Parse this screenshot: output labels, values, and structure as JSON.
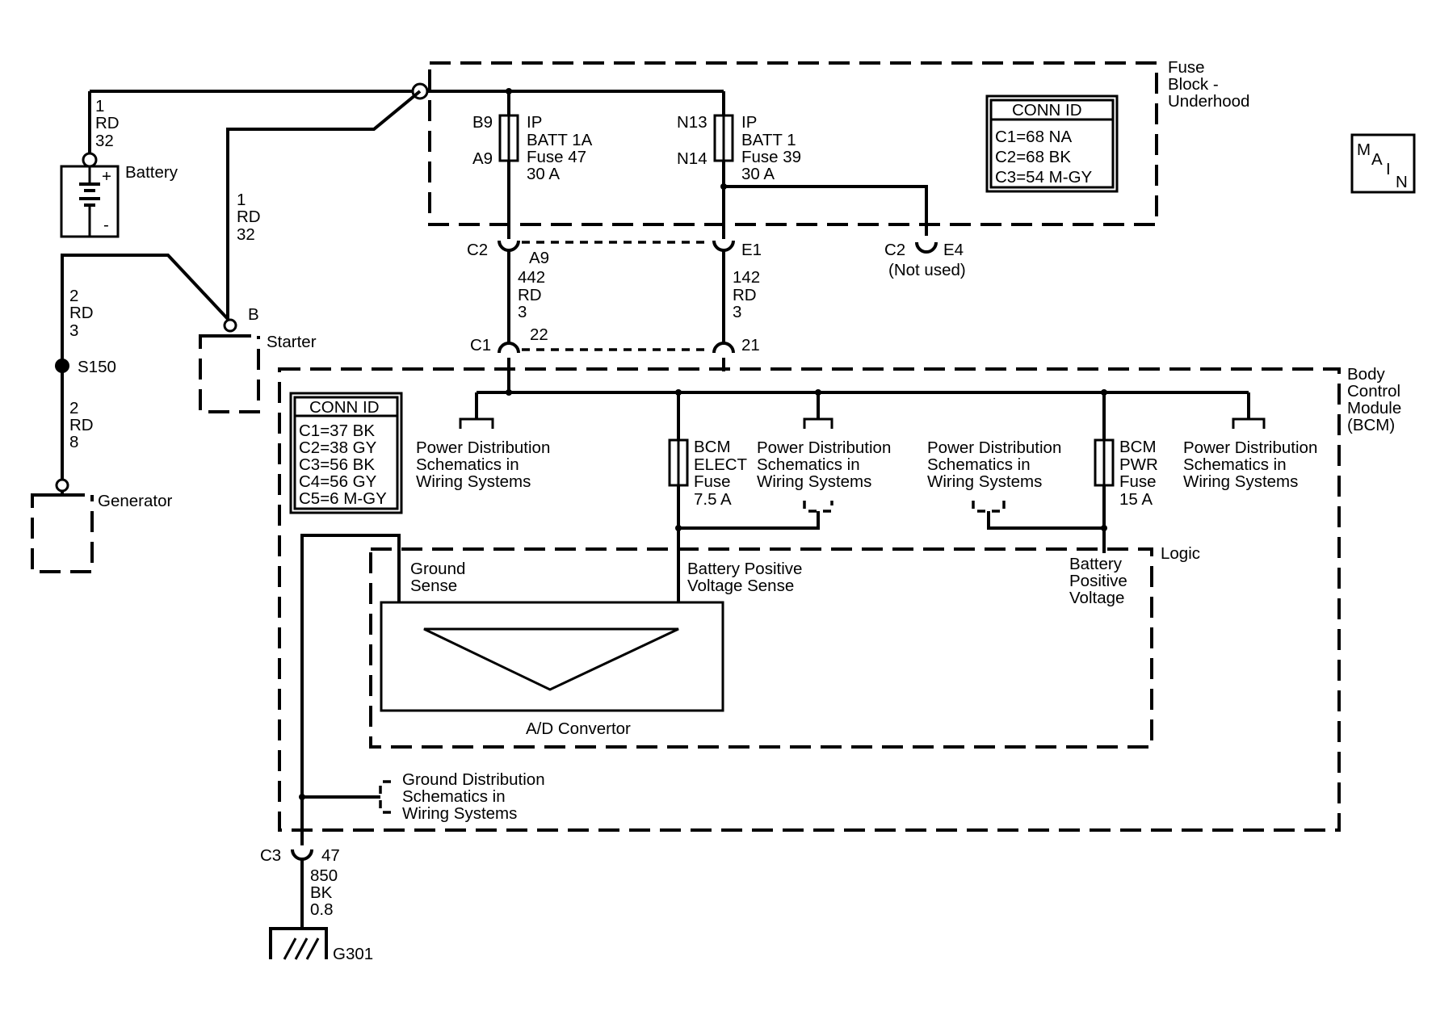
{
  "battery": {
    "label": "Battery",
    "pos": "+",
    "neg": "-",
    "wire": {
      "circuit": "1",
      "color": "RD",
      "gauge": "32"
    }
  },
  "starter": {
    "label": "Starter",
    "terminal": "B",
    "wire": {
      "circuit": "1",
      "color": "RD",
      "gauge": "32"
    }
  },
  "generator": {
    "label": "Generator",
    "splice": "S150",
    "wire_upper": {
      "circuit": "2",
      "color": "RD",
      "gauge": "3"
    },
    "wire_lower": {
      "circuit": "2",
      "color": "RD",
      "gauge": "8"
    }
  },
  "fuse_block": {
    "title": [
      "Fuse",
      "Block -",
      "Underhood"
    ],
    "conn_id": {
      "title": "CONN ID",
      "rows": [
        "C1=68 NA",
        "C2=68 BK",
        "C3=54 M-GY"
      ]
    },
    "fuse_left": {
      "pin_top": "B9",
      "pin_bottom": "A9",
      "lines": [
        "IP",
        "BATT 1A",
        "Fuse 47",
        "30 A"
      ]
    },
    "fuse_right": {
      "pin_top": "N13",
      "pin_bottom": "N14",
      "lines": [
        "IP",
        "BATT 1",
        "Fuse 39",
        "30 A"
      ]
    },
    "conn_left": {
      "name": "C2",
      "pin": "A9"
    },
    "conn_right": {
      "pin": "E1"
    },
    "conn_unused": {
      "name": "C2",
      "pin": "E4",
      "note": "(Not used)"
    }
  },
  "wires": {
    "left": {
      "circuit": "442",
      "color": "RD",
      "gauge": "3"
    },
    "right": {
      "circuit": "142",
      "color": "RD",
      "gauge": "3"
    }
  },
  "main_badge": {
    "m": "M",
    "a": "A",
    "i": "I",
    "n": "N"
  },
  "bcm": {
    "title": [
      "Body",
      "Control",
      "Module",
      "(BCM)"
    ],
    "conn_id": {
      "title": "CONN ID",
      "rows": [
        "C1=37 BK",
        "C2=38 GY",
        "C3=56 BK",
        "C4=56 GY",
        "C5=6 M-GY"
      ]
    },
    "conn_left": {
      "name": "C1",
      "pin": "22"
    },
    "conn_right": {
      "pin": "21"
    },
    "power_dist": [
      "Power Distribution",
      "Schematics in",
      "Wiring Systems"
    ],
    "fuse_elect": [
      "BCM",
      "ELECT",
      "Fuse",
      "7.5 A"
    ],
    "fuse_pwr": [
      "BCM",
      "PWR",
      "Fuse",
      "15 A"
    ],
    "logic": "Logic",
    "ground_sense": [
      "Ground",
      "Sense"
    ],
    "batt_pos_sense": [
      "Battery Positive",
      "Voltage Sense"
    ],
    "batt_pos_voltage": [
      "Battery",
      "Positive",
      "Voltage"
    ],
    "ad_convertor": "A/D Convertor",
    "ground_dist": [
      "Ground Distribution",
      "Schematics in",
      "Wiring Systems"
    ]
  },
  "ground": {
    "conn": {
      "name": "C3",
      "pin": "47"
    },
    "wire": {
      "circuit": "850",
      "color": "BK",
      "gauge": "0.8"
    },
    "label": "G301"
  }
}
